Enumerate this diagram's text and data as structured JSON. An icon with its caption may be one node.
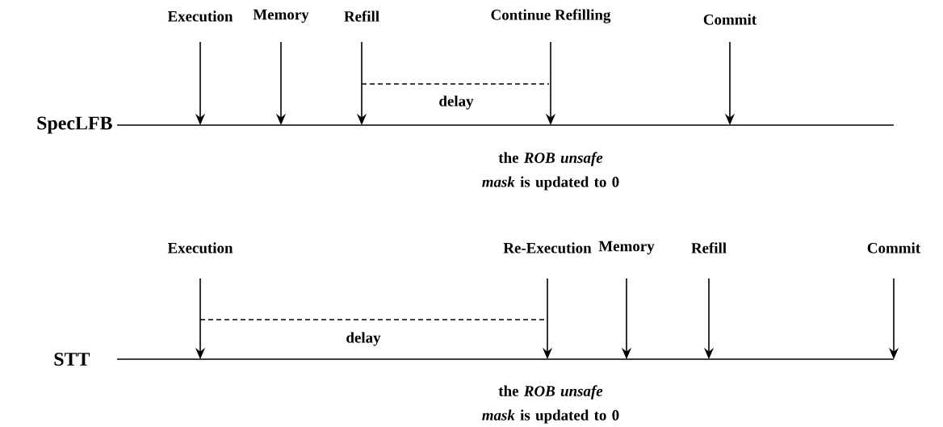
{
  "diagram": {
    "nodes": [
      {
        "text": [
          "Execution"
        ]
      },
      {
        "text": [
          "Memory"
        ]
      },
      {
        "text": [
          "Refill"
        ]
      },
      {
        "text": [
          "Continue Refilling"
        ]
      },
      {
        "text": [
          "Commit"
        ]
      },
      {
        "text": [
          "Execution"
        ]
      },
      {
        "text": [
          "Re-Execution"
        ]
      },
      {
        "text": [
          "Memory"
        ]
      },
      {
        "text": [
          "Refill"
        ]
      },
      {
        "text": [
          "Commit"
        ]
      }
    ],
    "edges": [
      {
        "from": 0,
        "to": null,
        "arrow": "to"
      },
      {
        "from": 1,
        "to": null,
        "arrow": "to"
      },
      {
        "from": 2,
        "to": null,
        "arrow": "to"
      },
      {
        "from": 3,
        "to": null,
        "arrow": "to"
      },
      {
        "from": 4,
        "to": null,
        "arrow": "to"
      },
      {
        "from": 5,
        "to": null,
        "arrow": "to"
      },
      {
        "from": 6,
        "to": null,
        "arrow": "to"
      },
      {
        "from": 7,
        "to": null,
        "arrow": "to"
      },
      {
        "from": 8,
        "to": null,
        "arrow": "to"
      },
      {
        "from": 9,
        "to": null,
        "arrow": "to"
      }
    ],
    "labels": [
      "delay",
      "SpecLFB",
      "the *ROB unsafe mask* is updated to 0",
      "delay",
      "STT",
      "the *ROB unsafe mask* is updated to 0"
    ]
  }
}
